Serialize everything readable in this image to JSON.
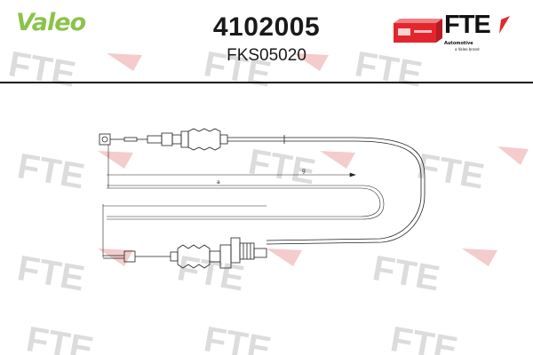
{
  "header": {
    "brand_logo": "Valeo",
    "part_number": "4102005",
    "reference": "FKS05020",
    "fte_logo": "FTE",
    "fte_tagline": "Automotive",
    "fte_tagline_sub": "a Valeo brand"
  },
  "drawing": {
    "dimension_a": "a",
    "dimension_b": "g"
  },
  "watermark": {
    "text": "FTE"
  },
  "colors": {
    "valeo_green": "#8bc34a",
    "fte_red": "#e3262d",
    "watermark_gray": "#d6d6d6",
    "watermark_red": "#f3c6c6",
    "line": "#222222"
  }
}
